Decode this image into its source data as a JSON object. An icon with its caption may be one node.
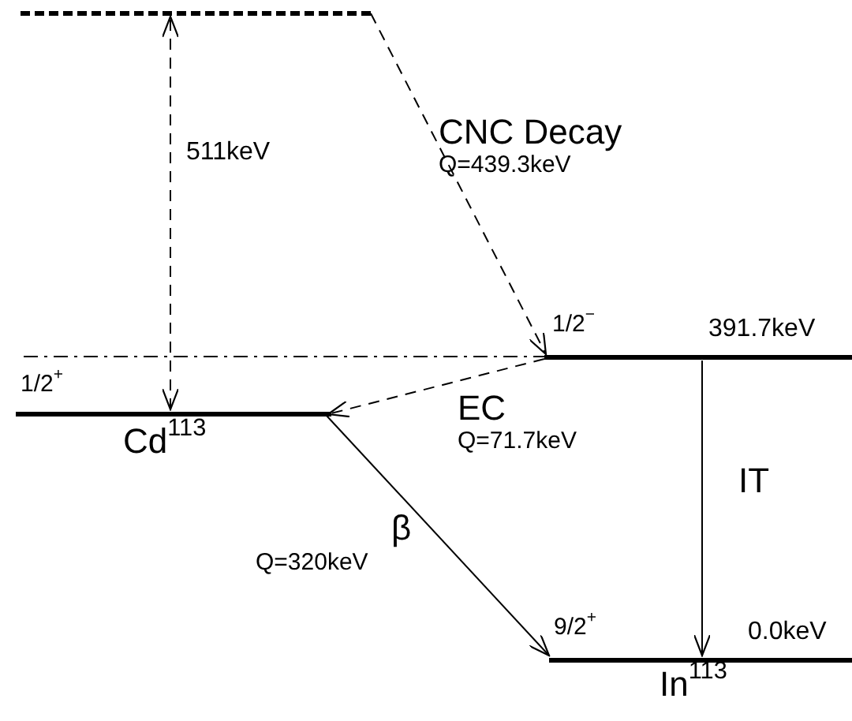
{
  "diagram": {
    "nodes": [
      {
        "text": [],
        "shape": "bar"
      },
      {
        "text": [
          "1/2$^{+}$",
          "Cd$^{113}$"
        ]
      },
      {
        "text": [
          "1/2$^{−}$",
          "391.7keV"
        ]
      },
      {
        "text": [
          "9/2$^{+}$",
          "0.0keV",
          "In$^{113}$"
        ]
      }
    ],
    "edges": [
      {
        "from": 1,
        "to": 0,
        "arrow": "both",
        "style": "dashed",
        "label": "511keV"
      },
      {
        "from": 0,
        "to": 2,
        "arrow": "to",
        "style": "dashed",
        "label": "CNC Decay"
      },
      {
        "from": 2,
        "to": 1,
        "arrow": "to",
        "style": "dashed",
        "label": "EC"
      },
      {
        "from": 1,
        "to": 3,
        "arrow": "to",
        "label": "β"
      },
      {
        "from": 2,
        "to": 3,
        "arrow": "to",
        "label": "IT"
      }
    ],
    "labels": [
      "Q=439.3keV",
      "Q=71.7keV",
      "Q=320keV"
    ]
  }
}
